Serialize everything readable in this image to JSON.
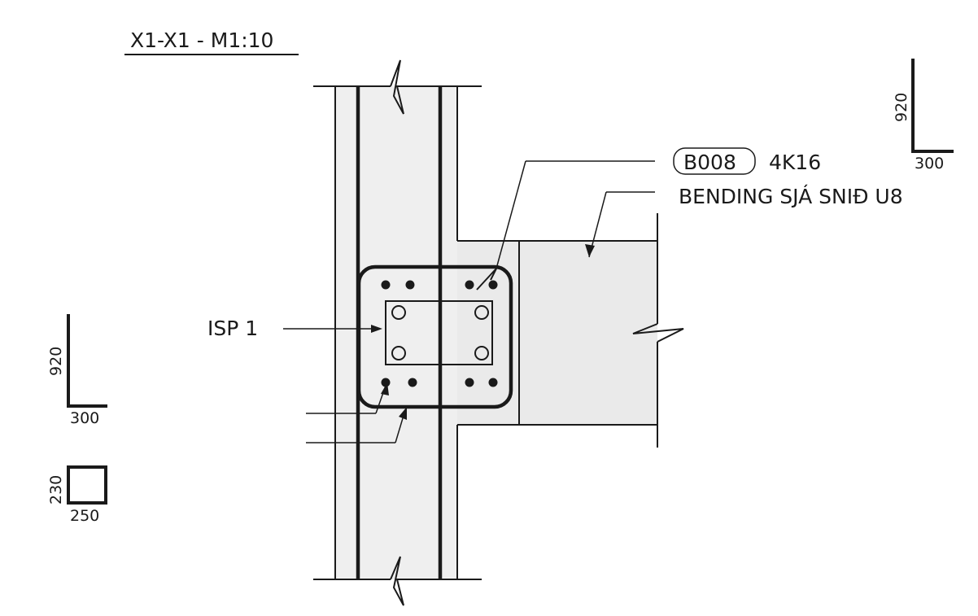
{
  "title": "X1-X1 - M1:10",
  "callouts": {
    "bar_mark": "B008",
    "bar_spec": "4K16",
    "bending_note": "BENDING SJÁ SNIÐ U8",
    "isp_label": "ISP 1"
  },
  "bar_shapes": [
    {
      "vertical_len": "920",
      "horizontal_len": "300"
    },
    {
      "vertical_len": "920",
      "horizontal_len": "300"
    },
    {
      "vertical_len": "230",
      "horizontal_len": "250"
    }
  ],
  "colors": {
    "ink": "#1a1a1a",
    "concrete": "#efefef"
  }
}
